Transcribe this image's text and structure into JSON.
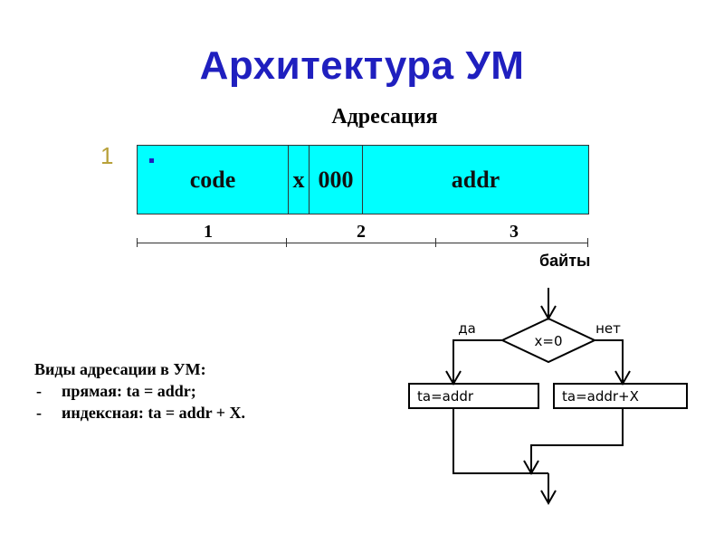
{
  "title": "Архитектура УМ",
  "subtitle": "Адресация",
  "instruction": {
    "row_number": "1",
    "fields": [
      "code",
      "x",
      "000",
      "addr"
    ],
    "byte_numbers": [
      "1",
      "2",
      "3"
    ],
    "bytes_label": "байты"
  },
  "addressing_types": {
    "heading": "Виды адресации в УМ:",
    "items": [
      {
        "dash": "-",
        "text": "прямая: ta = addr;"
      },
      {
        "dash": "-",
        "text": "индексная: ta = addr + X."
      }
    ]
  },
  "flowchart": {
    "condition": "x=0",
    "yes_label": "да",
    "no_label": "нет",
    "yes_action": "ta=addr",
    "no_action": "ta=addr+X"
  },
  "colors": {
    "title": "#1f1fbf",
    "instruction_fill": "#00ffff",
    "row_number": "#b8a13a"
  }
}
